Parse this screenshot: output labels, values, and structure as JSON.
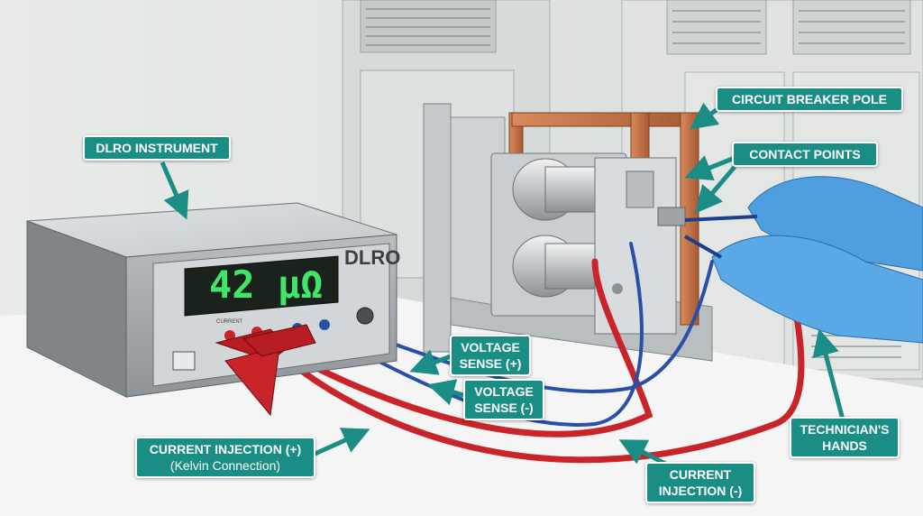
{
  "instrument": {
    "display_value": "42 μΩ",
    "brand": "DLRO",
    "panel_current_label": "CURRENT"
  },
  "labels": {
    "dlro_instrument": "DLRO INSTRUMENT",
    "circuit_breaker_pole": "CIRCUIT BREAKER POLE",
    "contact_points": "CONTACT POINTS",
    "voltage_sense_pos": [
      "VOLTAGE",
      "SENSE (+)"
    ],
    "voltage_sense_neg": [
      "VOLTAGE",
      "SENSE (-)"
    ],
    "current_injection_pos": [
      "CURRENT INJECTION (+)",
      "(Kelvin Connection)"
    ],
    "current_injection_neg": [
      "CURRENT",
      "INJECTION (-)"
    ],
    "technicians_hands": [
      "TECHNICIAN'S",
      "HANDS"
    ]
  },
  "colors": {
    "callout_bg": "#1a8e84",
    "callout_text": "#ffffff",
    "display_digits": "#3fe66a",
    "red_lead": "#c8242a",
    "blue_lead": "#2a4fa8",
    "copper": "#c8744a",
    "glove": "#4f9fe0"
  },
  "icons": [
    "arrow-icon"
  ]
}
